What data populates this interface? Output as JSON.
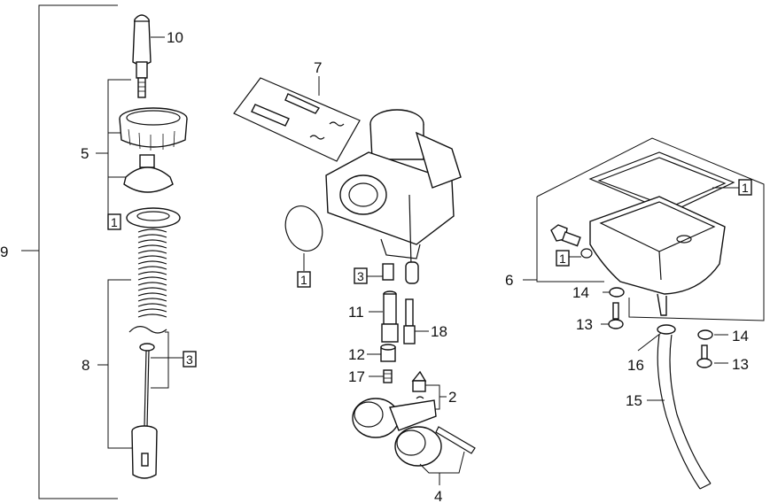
{
  "callouts": {
    "c10": "10",
    "c5": "5",
    "c9": "9",
    "c8": "8",
    "c7": "7",
    "c11": "11",
    "c12": "12",
    "c17": "17",
    "c18": "18",
    "c2": "2",
    "c4": "4",
    "c6": "6",
    "c14a": "14",
    "c13a": "13",
    "c14b": "14",
    "c13b": "13",
    "c16": "16",
    "c15": "15"
  },
  "boxed": {
    "b1_left": "1",
    "b3_left": "3",
    "b1_oring": "1",
    "b3_jet": "3",
    "b1_gasket": "1",
    "b1_drain": "1"
  }
}
